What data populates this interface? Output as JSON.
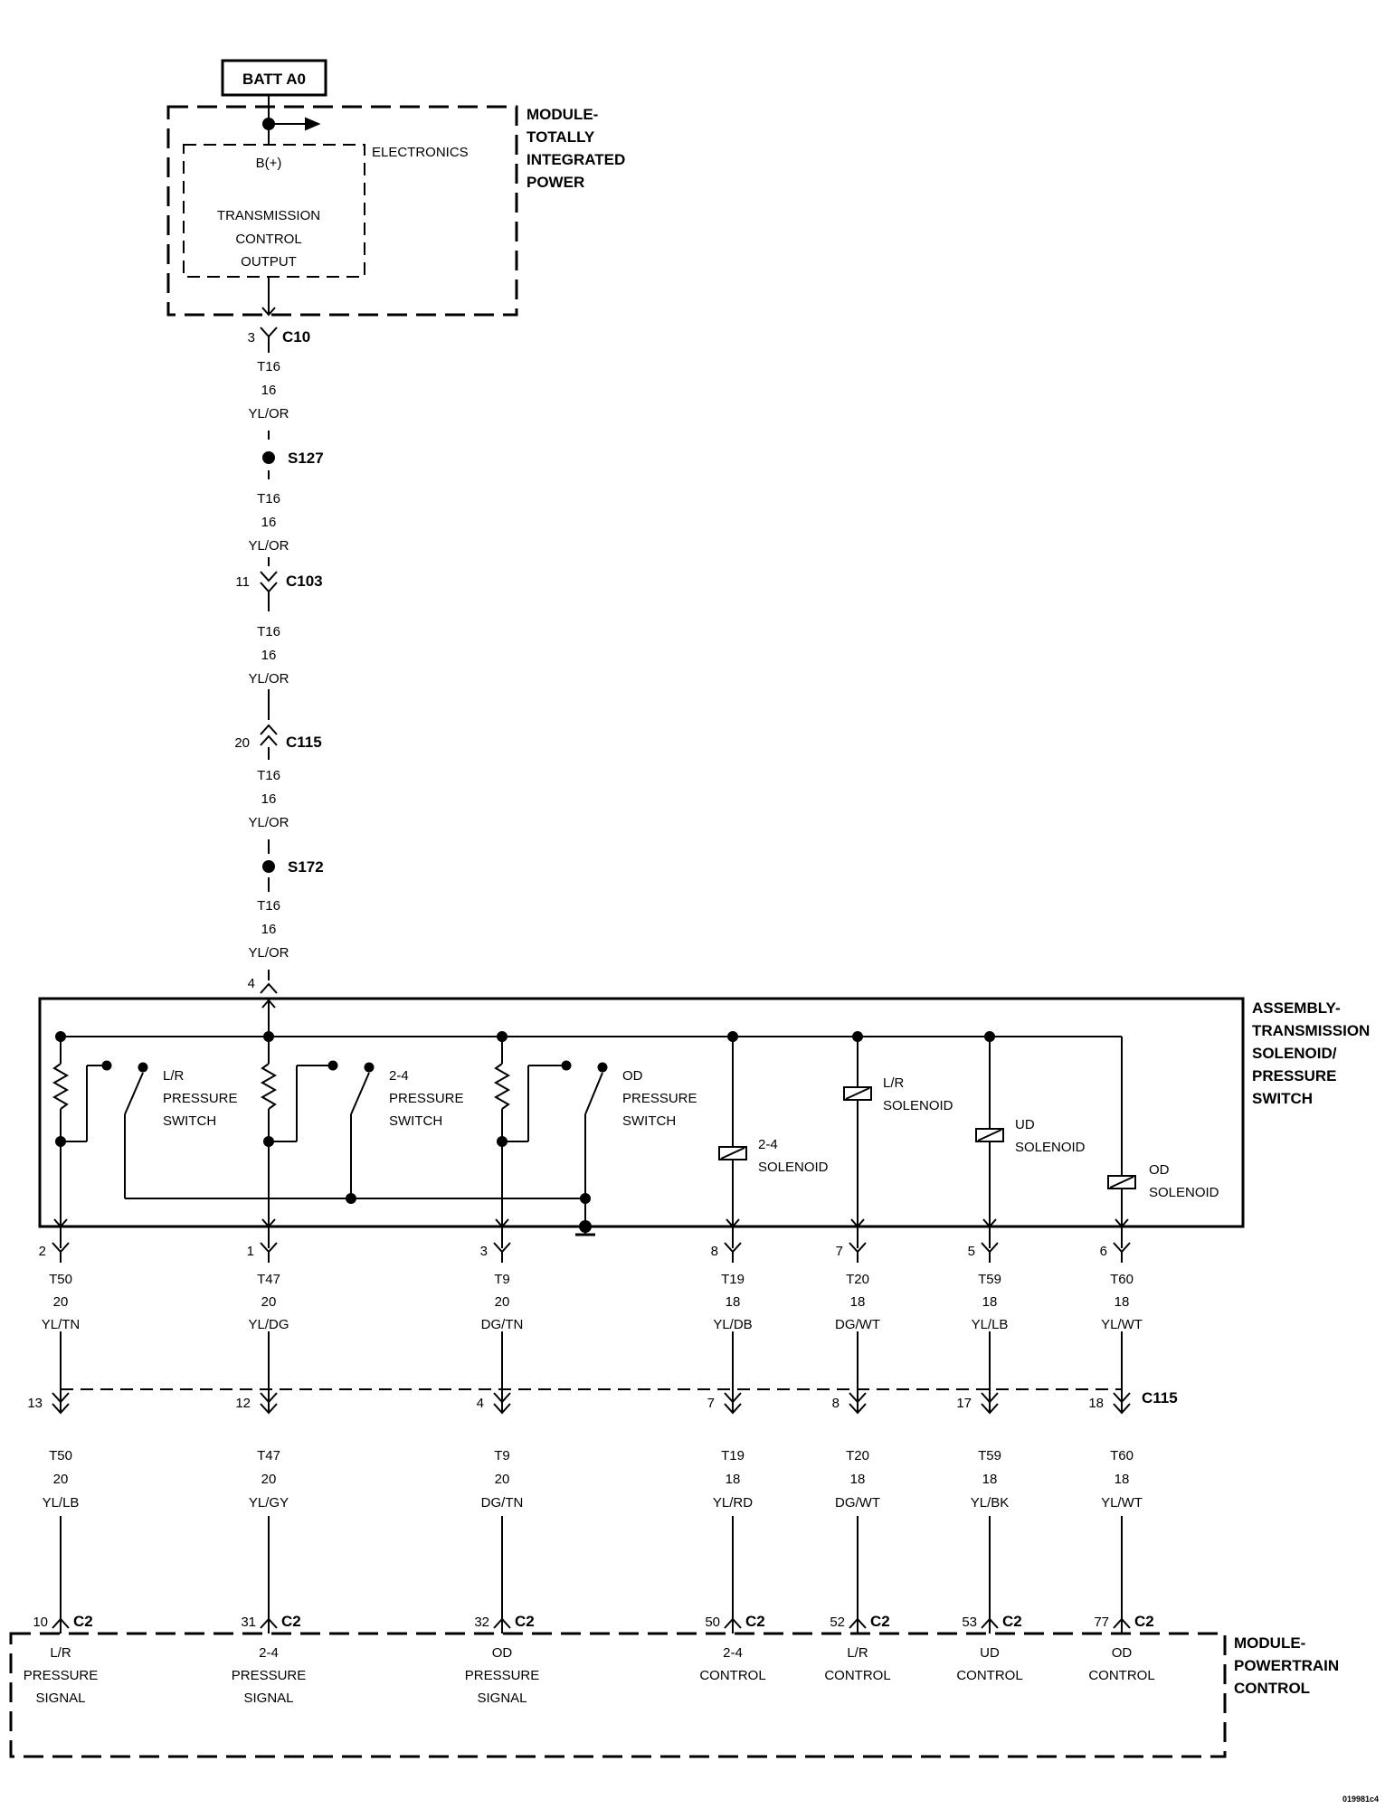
{
  "top": {
    "battery_label": "BATT A0",
    "tipm_title": [
      "MODULE-",
      "TOTALLY",
      "INTEGRATED",
      "POWER"
    ],
    "electronics_label": "ELECTRONICS",
    "bplus_label": "B(+)",
    "output_label": [
      "TRANSMISSION",
      "CONTROL",
      "OUTPUT"
    ]
  },
  "feed": {
    "c10": {
      "pin": "3",
      "name": "C10"
    },
    "wire1": [
      "T16",
      "16",
      "YL/OR"
    ],
    "s127": "S127",
    "wire2": [
      "T16",
      "16",
      "YL/OR"
    ],
    "c103": {
      "pin": "11",
      "name": "C103"
    },
    "wire3": [
      "T16",
      "16",
      "YL/OR"
    ],
    "c115": {
      "pin": "20",
      "name": "C115"
    },
    "wire4": [
      "T16",
      "16",
      "YL/OR"
    ],
    "s172": "S172",
    "wire5": [
      "T16",
      "16",
      "YL/OR"
    ],
    "assembly_pin": "4"
  },
  "assembly": {
    "title": [
      "ASSEMBLY-",
      "TRANSMISSION",
      "SOLENOID/",
      "PRESSURE",
      "SWITCH"
    ],
    "switches": [
      {
        "label": [
          "L/R",
          "PRESSURE",
          "SWITCH"
        ]
      },
      {
        "label": [
          "2-4",
          "PRESSURE",
          "SWITCH"
        ]
      },
      {
        "label": [
          "OD",
          "PRESSURE",
          "SWITCH"
        ]
      }
    ],
    "solenoids": [
      {
        "label": [
          "2-4",
          "SOLENOID"
        ]
      },
      {
        "label": [
          "L/R",
          "SOLENOID"
        ]
      },
      {
        "label": [
          "UD",
          "SOLENOID"
        ]
      },
      {
        "label": [
          "OD",
          "SOLENOID"
        ]
      }
    ]
  },
  "circuits": [
    {
      "asm_pin": "2",
      "wire_a": [
        "T50",
        "20",
        "YL/TN"
      ],
      "c115_pin": "13",
      "wire_b": [
        "T50",
        "20",
        "YL/LB"
      ],
      "pcm_pin": "10",
      "pcm_conn": "C2",
      "pcm_label": [
        "L/R",
        "PRESSURE",
        "SIGNAL"
      ]
    },
    {
      "asm_pin": "1",
      "wire_a": [
        "T47",
        "20",
        "YL/DG"
      ],
      "c115_pin": "12",
      "wire_b": [
        "T47",
        "20",
        "YL/GY"
      ],
      "pcm_pin": "31",
      "pcm_conn": "C2",
      "pcm_label": [
        "2-4",
        "PRESSURE",
        "SIGNAL"
      ]
    },
    {
      "asm_pin": "3",
      "wire_a": [
        "T9",
        "20",
        "DG/TN"
      ],
      "c115_pin": "4",
      "wire_b": [
        "T9",
        "20",
        "DG/TN"
      ],
      "pcm_pin": "32",
      "pcm_conn": "C2",
      "pcm_label": [
        "OD",
        "PRESSURE",
        "SIGNAL"
      ]
    },
    {
      "asm_pin": "8",
      "wire_a": [
        "T19",
        "18",
        "YL/DB"
      ],
      "c115_pin": "7",
      "wire_b": [
        "T19",
        "18",
        "YL/RD"
      ],
      "pcm_pin": "50",
      "pcm_conn": "C2",
      "pcm_label": [
        "2-4",
        "CONTROL"
      ]
    },
    {
      "asm_pin": "7",
      "wire_a": [
        "T20",
        "18",
        "DG/WT"
      ],
      "c115_pin": "8",
      "wire_b": [
        "T20",
        "18",
        "DG/WT"
      ],
      "pcm_pin": "52",
      "pcm_conn": "C2",
      "pcm_label": [
        "L/R",
        "CONTROL"
      ]
    },
    {
      "asm_pin": "5",
      "wire_a": [
        "T59",
        "18",
        "YL/LB"
      ],
      "c115_pin": "17",
      "wire_b": [
        "T59",
        "18",
        "YL/BK"
      ],
      "pcm_pin": "53",
      "pcm_conn": "C2",
      "pcm_label": [
        "UD",
        "CONTROL"
      ]
    },
    {
      "asm_pin": "6",
      "wire_a": [
        "T60",
        "18",
        "YL/WT"
      ],
      "c115_pin": "18",
      "wire_b": [
        "T60",
        "18",
        "YL/WT"
      ],
      "pcm_pin": "77",
      "pcm_conn": "C2",
      "pcm_label": [
        "OD",
        "CONTROL"
      ]
    }
  ],
  "c115_name": "C115",
  "pcm_title": [
    "MODULE-",
    "POWERTRAIN",
    "CONTROL"
  ],
  "figure_code": "019981c4"
}
